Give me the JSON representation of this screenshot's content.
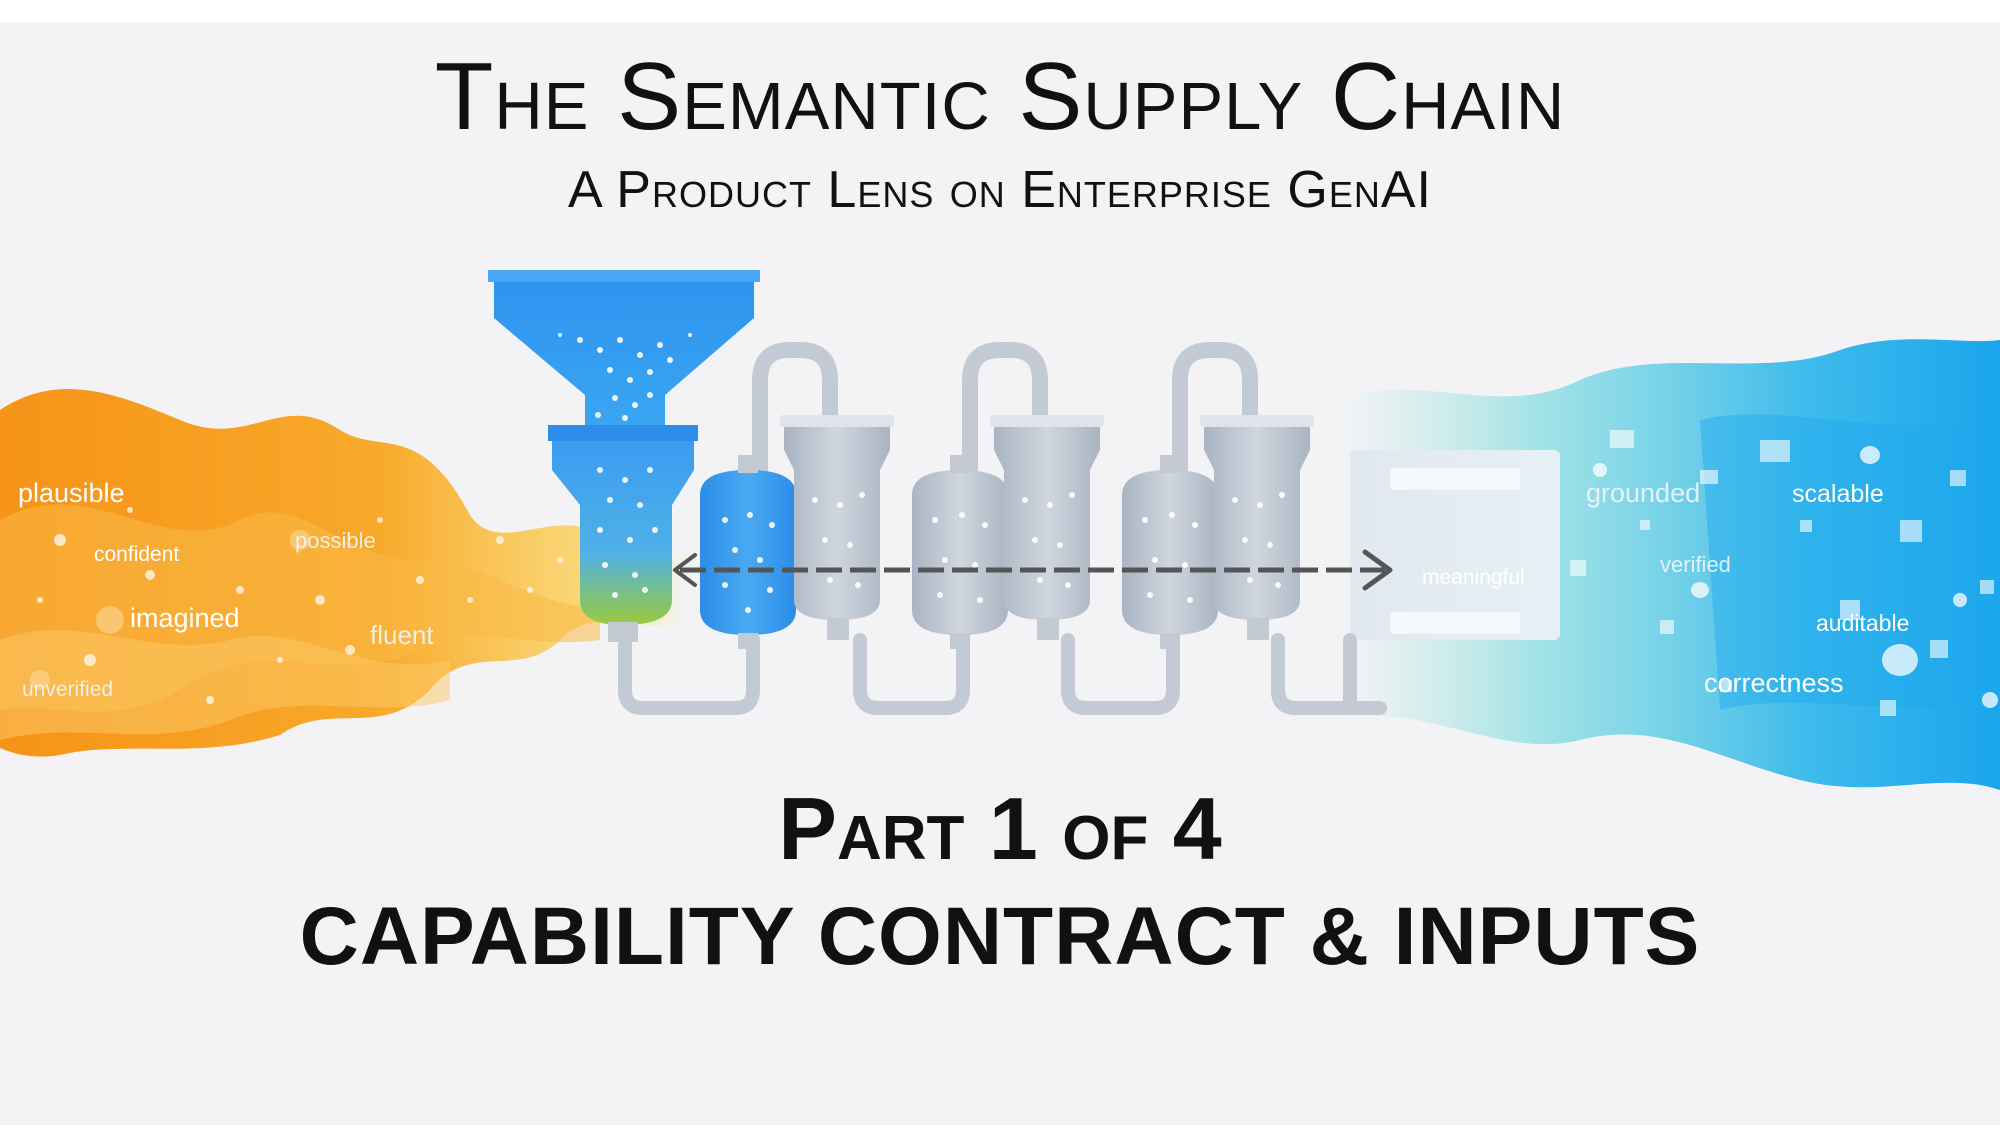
{
  "header": {
    "title": "The Semantic Supply Chain",
    "subtitle": "A Product Lens on Enterprise GenAI"
  },
  "part": {
    "label": "Part 1 of 4",
    "name": "CAPABILITY CONTRACT & INPUTS"
  },
  "input_words": [
    "plausible",
    "confident",
    "possible",
    "imagined",
    "fluent",
    "unverified"
  ],
  "output_words": [
    "grounded",
    "scalable",
    "verified",
    "meaningful",
    "auditable",
    "correctness"
  ],
  "colors": {
    "input_stream": "#f7a21b",
    "output_stream": "#34b4e8",
    "funnel": "#1f86e0",
    "tank": "#c9cfd8"
  }
}
